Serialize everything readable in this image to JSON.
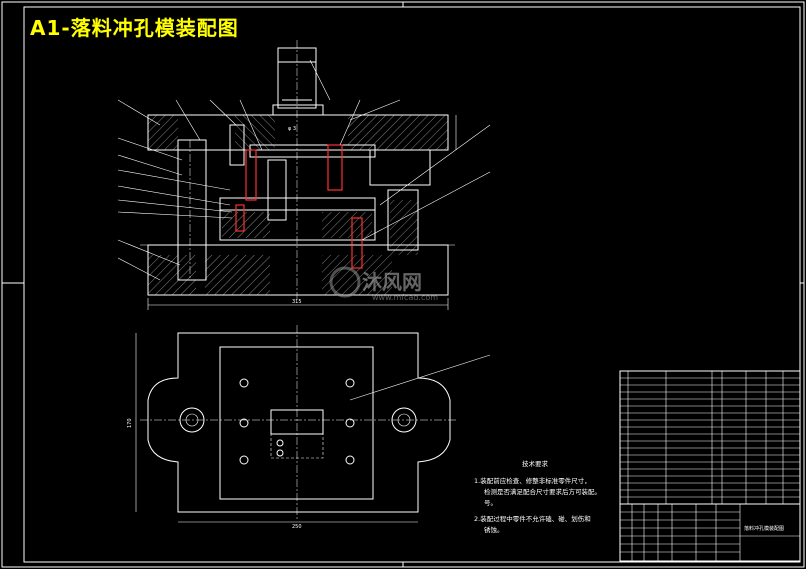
{
  "title": "A1-落料冲孔模装配图",
  "tech_requirements": {
    "heading": "技术要求",
    "lines": [
      "1.装配前应检查、修整非标准零件尺寸，",
      "检测是否满足配合尺寸要求后方可装配。",
      "号。",
      "2.装配过程中零件不允许磕、碰、划伤和",
      "锈蚀。"
    ]
  },
  "dimensions": {
    "front_width": "315",
    "plan_width": "250",
    "plan_height": "170"
  },
  "title_block": {
    "name": "落料冲孔模装配图"
  },
  "watermark": {
    "brand": "沐风网",
    "url": "www.mfcad.com"
  },
  "colors": {
    "background": "#000000",
    "title": "#ffff00",
    "lines": "#ffffff",
    "highlight": "#ff3030"
  }
}
